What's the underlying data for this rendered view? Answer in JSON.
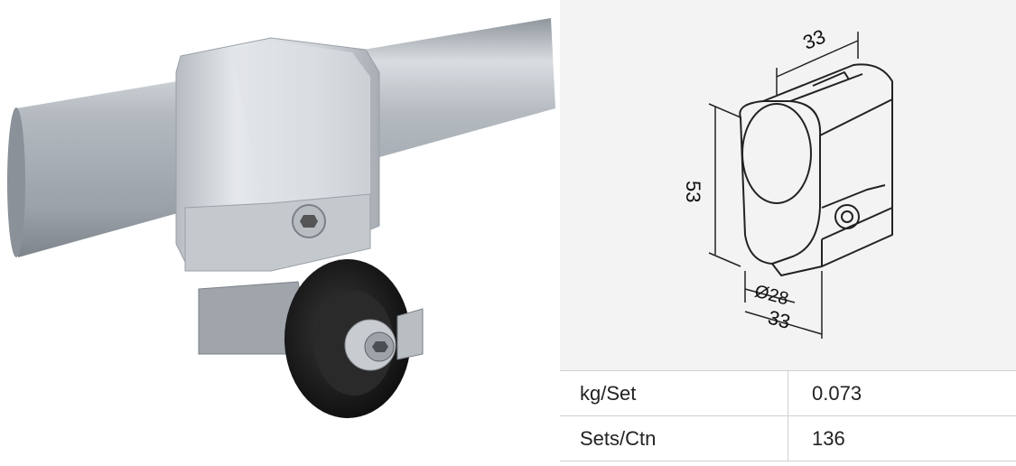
{
  "drawing": {
    "dim_top": "33",
    "dim_height": "53",
    "dim_diameter": "Ø28",
    "dim_bottom": "33"
  },
  "specs": {
    "rows": [
      {
        "label": "kg/Set",
        "value": "0.073"
      },
      {
        "label": "Sets/Ctn",
        "value": "136"
      }
    ]
  },
  "colors": {
    "wheel": "#1e1e1e",
    "aluminum": "#c8cdd2",
    "pipe": "#a9afb5",
    "panel_bg": "#f3f3f3"
  }
}
